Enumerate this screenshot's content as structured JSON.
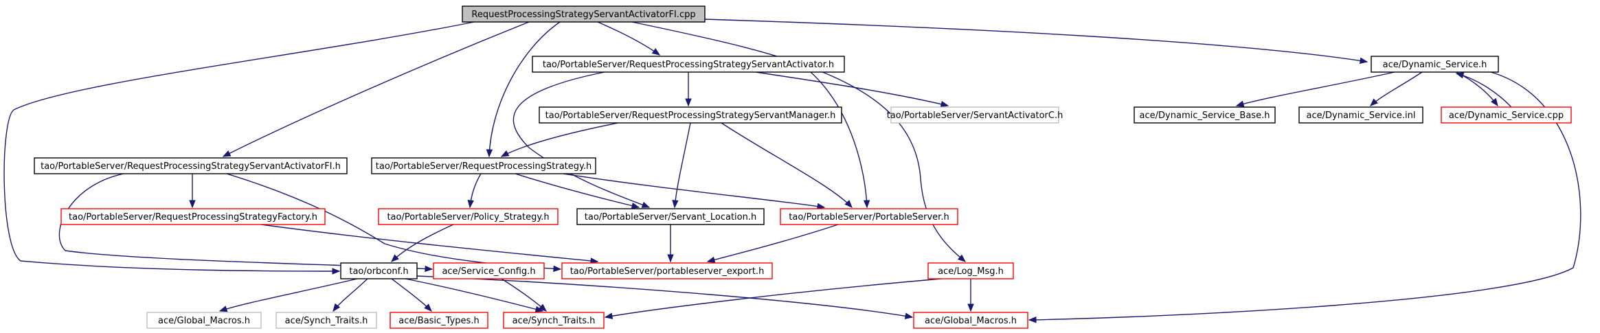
{
  "graph": {
    "colors": {
      "edge": "#191970",
      "focus_fill": "#bfbfbf",
      "border_documented": "#000000",
      "border_incomplete": "#ff0000",
      "border_external": "#bfbfbf"
    },
    "nodes": {
      "n0": {
        "label": "RequestProcessingStrategyServantActivatorFI.cpp"
      },
      "n1": {
        "label": "tao/PortableServer/RequestProcessingStrategyServantActivator.h"
      },
      "n2": {
        "label": "ace/Dynamic_Service.h"
      },
      "n3": {
        "label": "tao/PortableServer/RequestProcessingStrategyServantManager.h"
      },
      "n4": {
        "label": "tao/PortableServer/ServantActivatorC.h"
      },
      "n5": {
        "label": "ace/Dynamic_Service_Base.h"
      },
      "n6": {
        "label": "ace/Dynamic_Service.inl"
      },
      "n7": {
        "label": "ace/Dynamic_Service.cpp"
      },
      "n8": {
        "label": "tao/PortableServer/RequestProcessingStrategyServantActivatorFI.h"
      },
      "n9": {
        "label": "tao/PortableServer/RequestProcessingStrategy.h"
      },
      "n10": {
        "label": "tao/PortableServer/RequestProcessingStrategyFactory.h"
      },
      "n11": {
        "label": "tao/PortableServer/Policy_Strategy.h"
      },
      "n12": {
        "label": "tao/PortableServer/Servant_Location.h"
      },
      "n13": {
        "label": "tao/PortableServer/PortableServer.h"
      },
      "n14": {
        "label": "tao/orbconf.h"
      },
      "n15": {
        "label": "ace/Service_Config.h"
      },
      "n16": {
        "label": "tao/PortableServer/portableserver_export.h"
      },
      "n17": {
        "label": "ace/Log_Msg.h"
      },
      "n18": {
        "label": "ace/Global_Macros.h"
      },
      "n19": {
        "label": "ace/Synch_Traits.h"
      },
      "n20": {
        "label": "ace/Basic_Types.h"
      },
      "n21": {
        "label": "ace/Synch_Traits.h"
      },
      "n22": {
        "label": "ace/Global_Macros.h"
      }
    }
  }
}
